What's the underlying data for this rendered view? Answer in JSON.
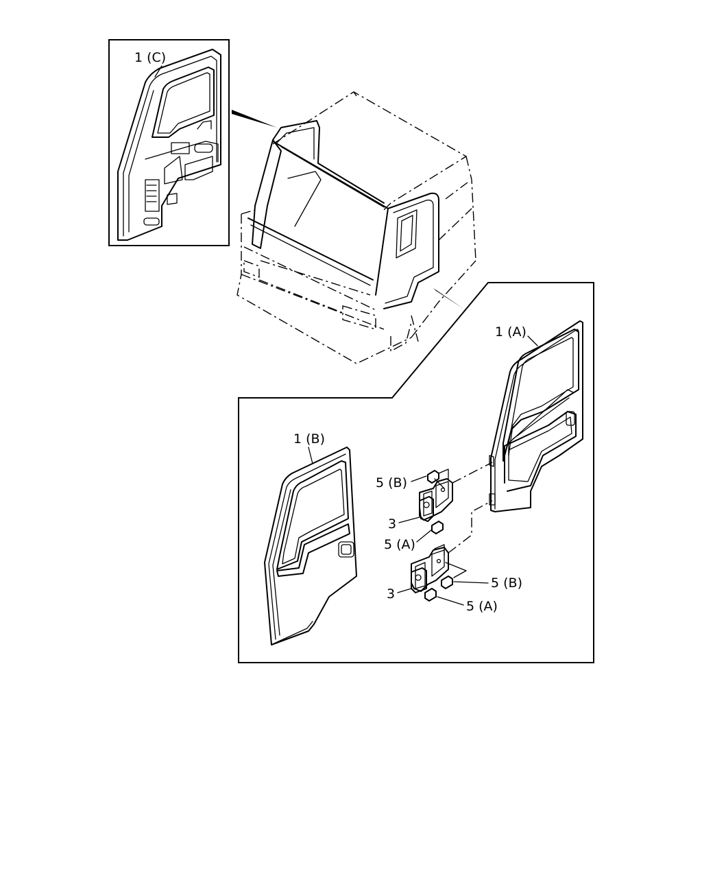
{
  "callouts": {
    "door_c": "1 (C)",
    "door_a": "1 (A)",
    "door_b": "1 (B)",
    "bolt_b_upper": "5 (B)",
    "hinge_upper": "3",
    "bolt_a_upper": "5 (A)",
    "hinge_lower": "3",
    "bolt_b_lower": "5 (B)",
    "bolt_a_lower": "5 (A)"
  }
}
